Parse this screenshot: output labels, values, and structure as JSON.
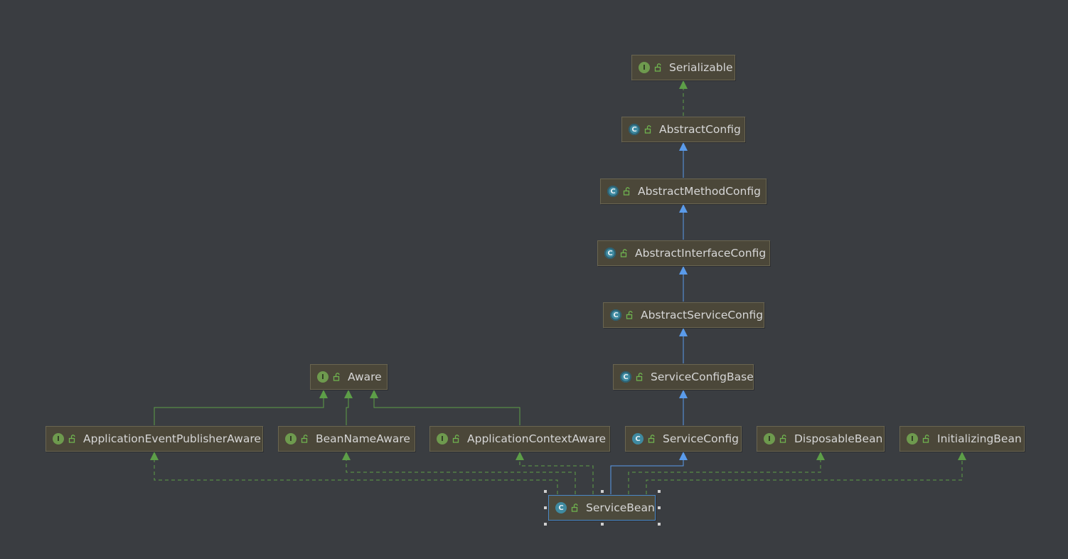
{
  "colors": {
    "background": "#3a3d41",
    "node_fill": "#4b4739",
    "extends_edge": "#5a9bea",
    "implements_edge": "#5d9e48",
    "interface_badge": "#6e9a4e",
    "class_badge": "#3f8aa0",
    "selection": "#4a88c7"
  },
  "nodes": {
    "serializable": {
      "label": "Serializable",
      "kind": "interface",
      "badge": "I"
    },
    "abstract_config": {
      "label": "AbstractConfig",
      "kind": "abstract",
      "badge": "C"
    },
    "abstract_method_config": {
      "label": "AbstractMethodConfig",
      "kind": "abstract",
      "badge": "C"
    },
    "abstract_interface_config": {
      "label": "AbstractInterfaceConfig",
      "kind": "abstract",
      "badge": "C"
    },
    "abstract_service_config": {
      "label": "AbstractServiceConfig",
      "kind": "abstract",
      "badge": "C"
    },
    "service_config_base": {
      "label": "ServiceConfigBase",
      "kind": "abstract",
      "badge": "C"
    },
    "aware": {
      "label": "Aware",
      "kind": "interface",
      "badge": "I"
    },
    "application_event_publisher_aware": {
      "label": "ApplicationEventPublisherAware",
      "kind": "interface",
      "badge": "I"
    },
    "bean_name_aware": {
      "label": "BeanNameAware",
      "kind": "interface",
      "badge": "I"
    },
    "application_context_aware": {
      "label": "ApplicationContextAware",
      "kind": "interface",
      "badge": "I"
    },
    "service_config": {
      "label": "ServiceConfig",
      "kind": "class",
      "badge": "C"
    },
    "disposable_bean": {
      "label": "DisposableBean",
      "kind": "interface",
      "badge": "I"
    },
    "initializing_bean": {
      "label": "InitializingBean",
      "kind": "interface",
      "badge": "I"
    },
    "service_bean": {
      "label": "ServiceBean",
      "kind": "class",
      "badge": "C",
      "selected": true
    }
  },
  "edges": [
    {
      "from": "abstract_config",
      "to": "serializable",
      "type": "implements"
    },
    {
      "from": "abstract_method_config",
      "to": "abstract_config",
      "type": "extends"
    },
    {
      "from": "abstract_interface_config",
      "to": "abstract_method_config",
      "type": "extends"
    },
    {
      "from": "abstract_service_config",
      "to": "abstract_interface_config",
      "type": "extends"
    },
    {
      "from": "service_config_base",
      "to": "abstract_service_config",
      "type": "extends"
    },
    {
      "from": "service_config",
      "to": "service_config_base",
      "type": "extends"
    },
    {
      "from": "application_event_publisher_aware",
      "to": "aware",
      "type": "extends-interface"
    },
    {
      "from": "bean_name_aware",
      "to": "aware",
      "type": "extends-interface"
    },
    {
      "from": "application_context_aware",
      "to": "aware",
      "type": "extends-interface"
    },
    {
      "from": "service_bean",
      "to": "service_config",
      "type": "extends"
    },
    {
      "from": "service_bean",
      "to": "application_event_publisher_aware",
      "type": "implements"
    },
    {
      "from": "service_bean",
      "to": "bean_name_aware",
      "type": "implements"
    },
    {
      "from": "service_bean",
      "to": "application_context_aware",
      "type": "implements"
    },
    {
      "from": "service_bean",
      "to": "disposable_bean",
      "type": "implements"
    },
    {
      "from": "service_bean",
      "to": "initializing_bean",
      "type": "implements"
    }
  ]
}
